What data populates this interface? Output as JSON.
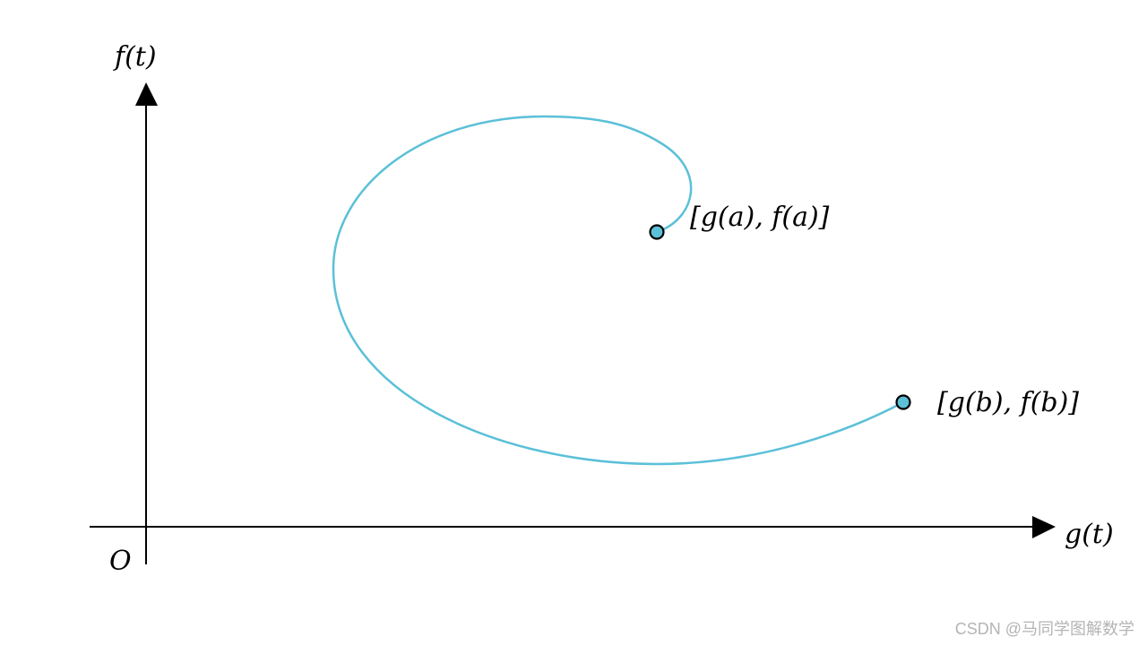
{
  "labels": {
    "y_axis": "f(t)",
    "x_axis": "g(t)",
    "origin": "O",
    "start_point": "[g(a), f(a)]",
    "end_point": "[g(b), f(b)]"
  },
  "watermark": "CSDN @马同学图解数学",
  "colors": {
    "curve": "#5bc0d8",
    "point_fill": "#5bc0d8",
    "axis": "#000000",
    "watermark": "#b4b4b4"
  }
}
